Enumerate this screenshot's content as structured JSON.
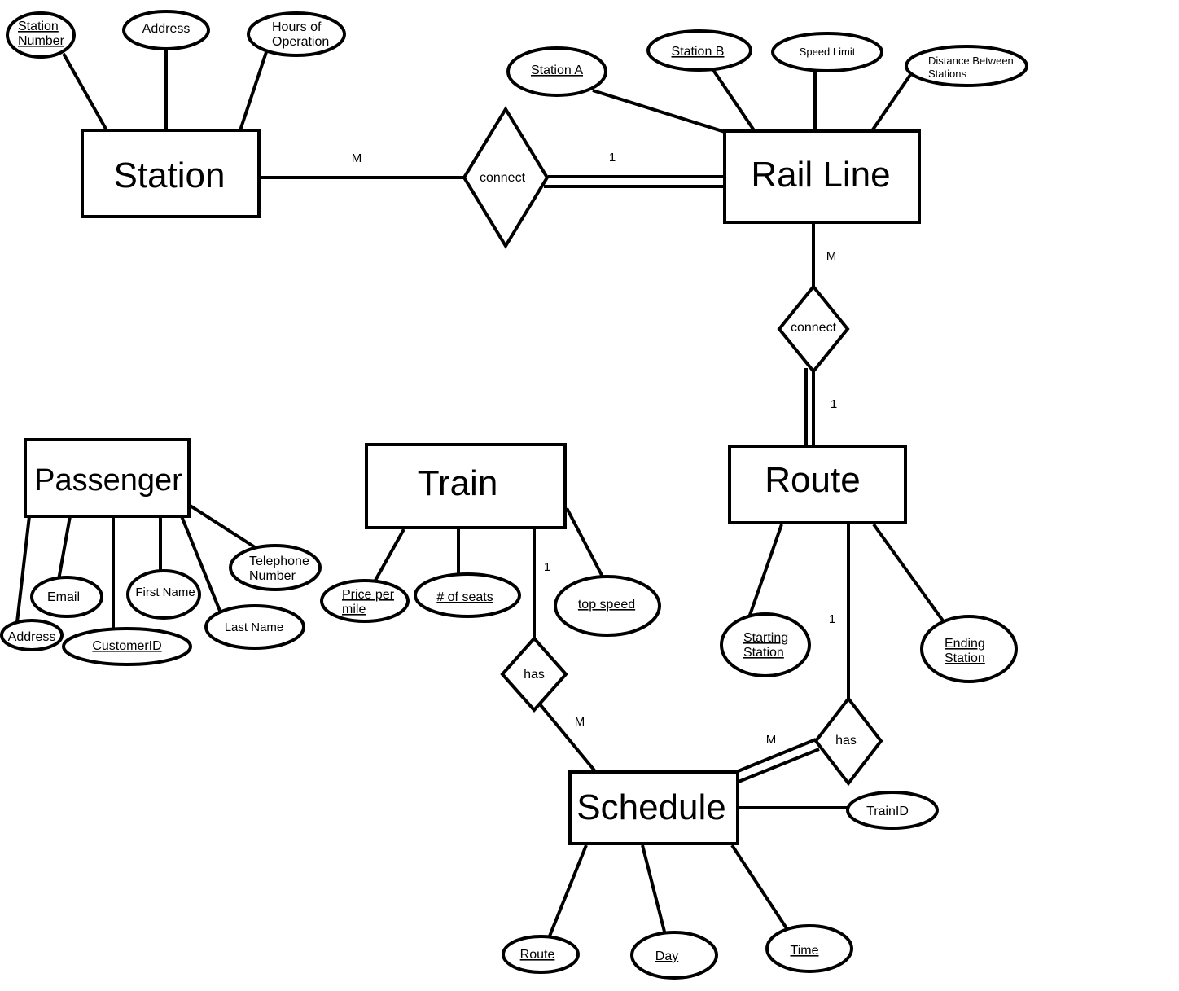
{
  "entities": {
    "station": "Station",
    "rail_line": "Rail Line",
    "route": "Route",
    "passenger": "Passenger",
    "train": "Train",
    "schedule": "Schedule"
  },
  "relationships": {
    "station_railline": "connect",
    "railline_route": "connect",
    "train_schedule": "has",
    "route_schedule": "has"
  },
  "attributes": {
    "station": {
      "station_number": [
        "Station",
        "Number"
      ],
      "address": "Address",
      "hours": [
        "Hours of",
        "Operation"
      ]
    },
    "rail_line": {
      "station_a": "Station A",
      "station_b": "Station B",
      "speed_limit": "Speed Limit",
      "distance": [
        "Distance Between",
        "Stations"
      ]
    },
    "route": {
      "starting_station": [
        "Starting",
        "Station"
      ],
      "ending_station": [
        "Ending",
        "Station"
      ]
    },
    "passenger": {
      "address": "Address",
      "email": "Email",
      "customer_id": "CustomerID",
      "first_name": "First Name",
      "last_name": "Last Name",
      "telephone": [
        "Telephone",
        "Number"
      ]
    },
    "train": {
      "price_per_mile": [
        "Price per",
        "mile"
      ],
      "num_seats": "# of seats",
      "top_speed": "top speed"
    },
    "schedule": {
      "route": "Route",
      "day": "Day",
      "time": "Time",
      "train_id": "TrainID"
    }
  },
  "cardinalities": {
    "station_connect": "M",
    "railline_connect": "1",
    "railline_connect2": "M",
    "route_connect": "1",
    "train_has": "1",
    "schedule_has_train": "M",
    "route_has": "1",
    "schedule_has_route": "M"
  },
  "colors": {
    "stroke": "#000000",
    "background": "#ffffff"
  }
}
